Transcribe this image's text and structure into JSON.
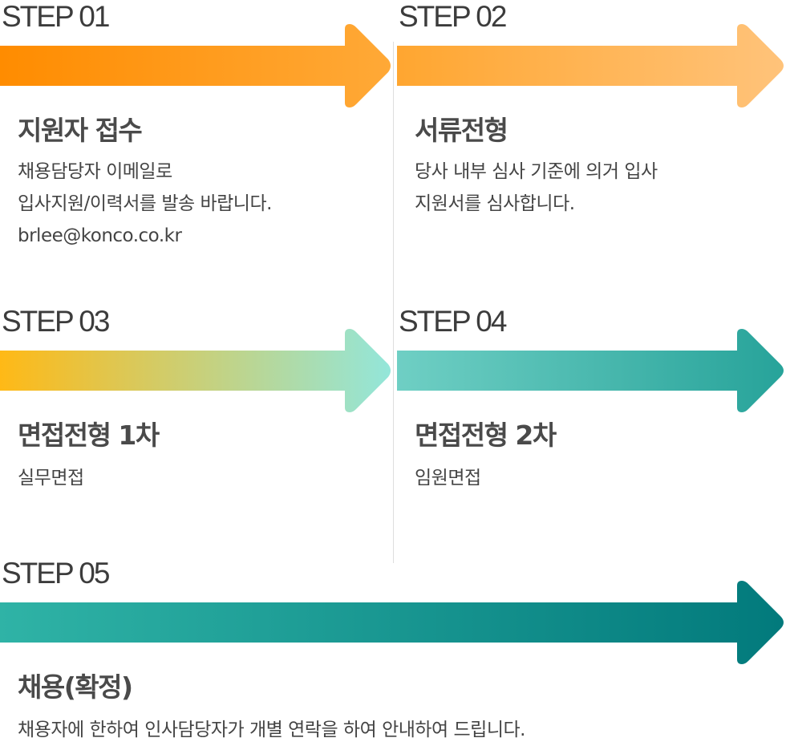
{
  "steps": [
    {
      "label": "STEP 01",
      "title": "지원자 접수",
      "desc": [
        "채용담당자 이메일로",
        "입사지원/이력서를 발송 바랍니다.",
        "brlee@konco.co.kr"
      ],
      "colors": [
        "#ff8c00",
        "#ffa937"
      ]
    },
    {
      "label": "STEP 02",
      "title": "서류전형",
      "desc": [
        "당사 내부 심사 기준에 의거 입사",
        "지원서를 심사합니다."
      ],
      "colors": [
        "#ffa630",
        "#ffc37a"
      ]
    },
    {
      "label": "STEP 03",
      "title": "면접전형 1차",
      "desc": [
        "실무면접"
      ],
      "colors": [
        "#ffb916",
        "#93e6da"
      ]
    },
    {
      "label": "STEP 04",
      "title": "면접전형 2차",
      "desc": [
        "임원면접"
      ],
      "colors": [
        "#6fcfc4",
        "#27a39a"
      ]
    },
    {
      "label": "STEP 05",
      "title": "채용(확정)",
      "desc": [
        "채용자에 한하여 인사담당자가 개별 연락을 하여 안내하여 드립니다."
      ],
      "colors": [
        "#2fb3a6",
        "#027a7c"
      ]
    }
  ]
}
